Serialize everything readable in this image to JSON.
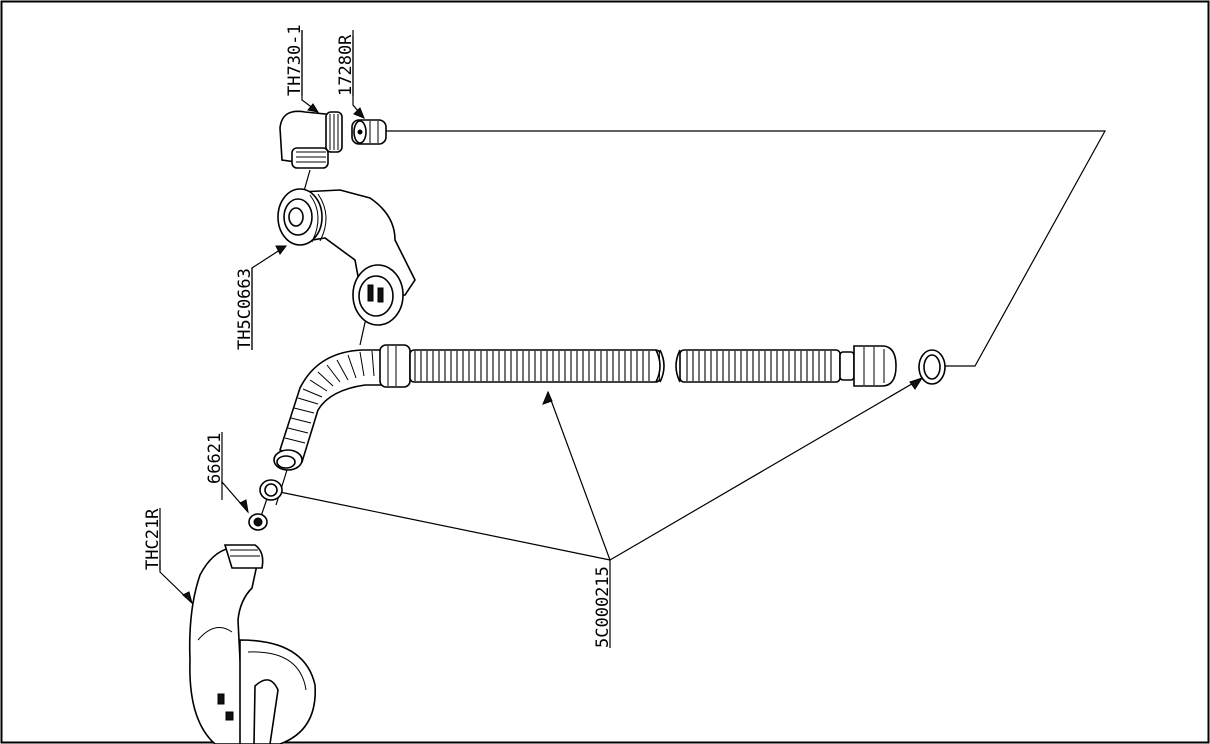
{
  "labels": {
    "th730": "TH730-1",
    "p17280r": "17280R",
    "th5c0663": "TH5C0663",
    "p66621": "66621",
    "thc21r": "THC21R",
    "p5c000215": "5C000215"
  },
  "colors": {
    "ink": "#000000",
    "paper": "#ffffff"
  }
}
